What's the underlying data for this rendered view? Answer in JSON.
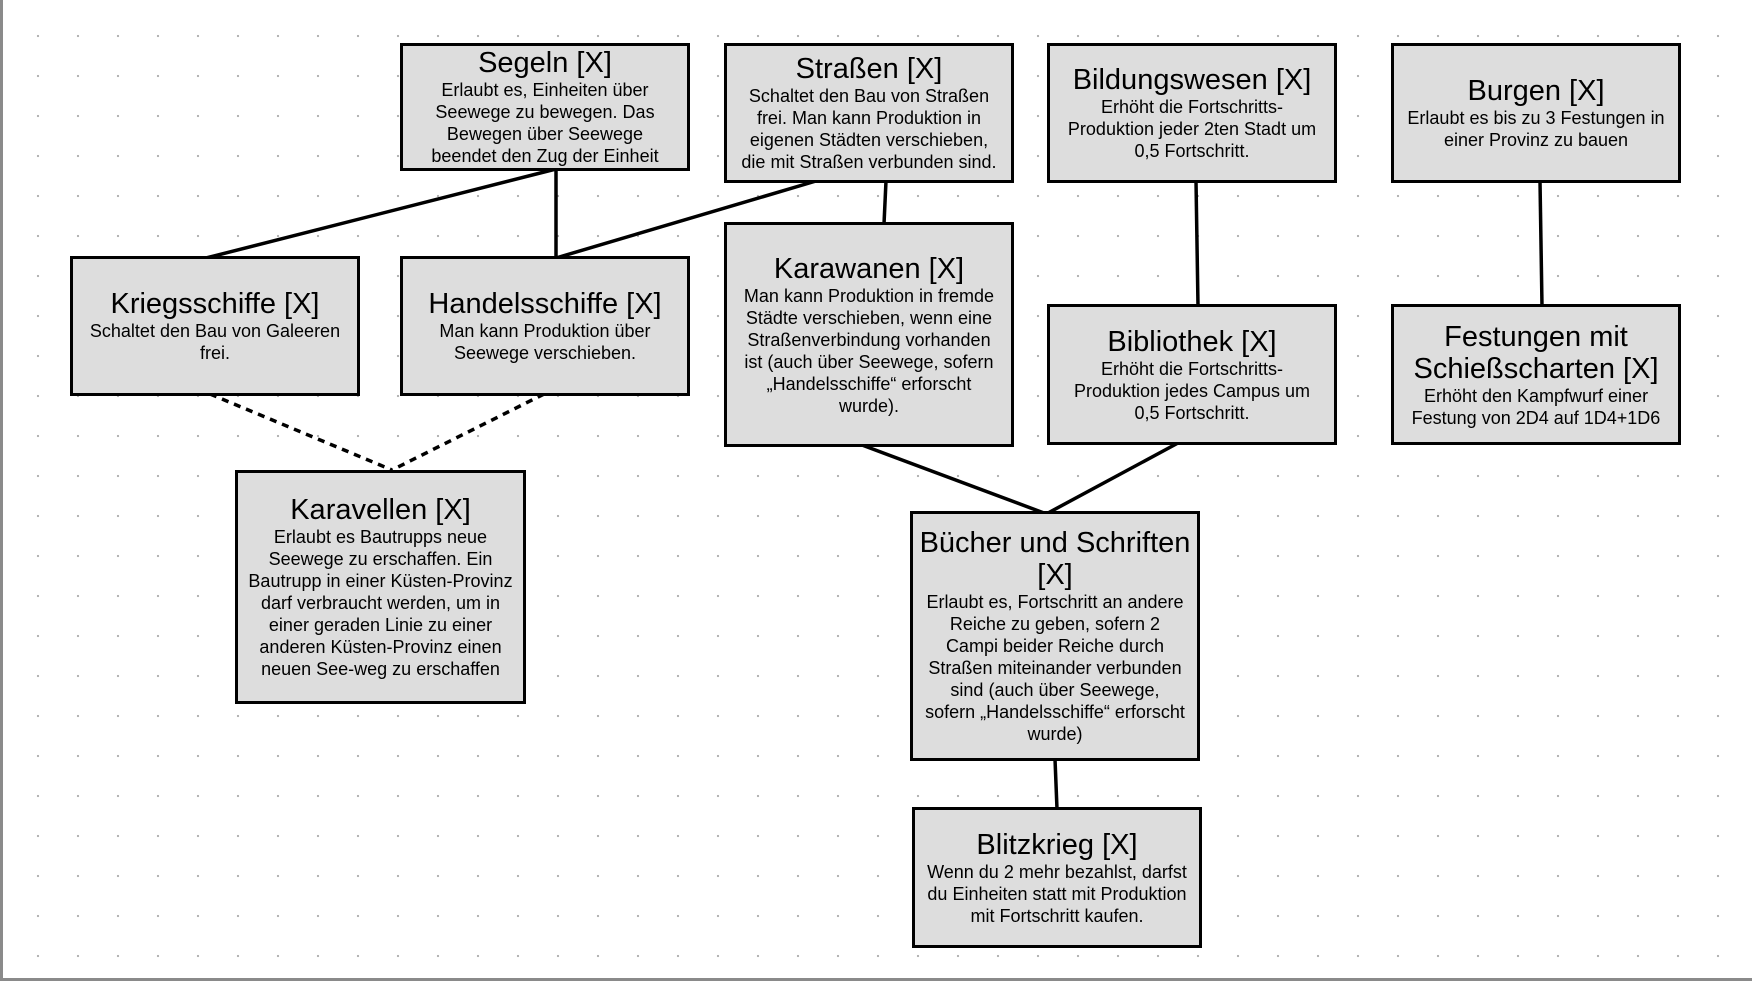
{
  "diagram": {
    "nodes": [
      {
        "id": "segeln",
        "title": "Segeln [X]",
        "desc": "Erlaubt es, Einheiten über Seewege zu bewegen. Das Bewegen über Seewege beendet den Zug der Einheit"
      },
      {
        "id": "strassen",
        "title": "Straßen [X]",
        "desc": "Schaltet den Bau von Straßen frei. Man kann Produktion in eigenen Städten verschieben, die mit Straßen verbunden sind."
      },
      {
        "id": "bildungswesen",
        "title": "Bildungswesen [X]",
        "desc": "Erhöht die Fortschritts-Produktion jeder 2ten Stadt um 0,5 Fortschritt."
      },
      {
        "id": "burgen",
        "title": "Burgen [X]",
        "desc": "Erlaubt es bis zu 3 Festungen in einer Provinz zu bauen"
      },
      {
        "id": "kriegsschiffe",
        "title": "Kriegsschiffe [X]",
        "desc": "Schaltet den Bau von Galeeren frei."
      },
      {
        "id": "handelsschiffe",
        "title": "Handelsschiffe [X]",
        "desc": "Man kann Produktion über Seewege verschieben."
      },
      {
        "id": "karawanen",
        "title": "Karawanen [X]",
        "desc": "Man kann Produktion in fremde Städte verschieben, wenn eine Straßenverbindung vorhanden ist (auch über Seewege, sofern „Handelsschiffe“ erforscht wurde)."
      },
      {
        "id": "bibliothek",
        "title": "Bibliothek [X]",
        "desc": "Erhöht die Fortschritts-Produktion jedes Campus um 0,5 Fortschritt."
      },
      {
        "id": "festungen",
        "title": "Festungen mit Schießscharten [X]",
        "desc": "Erhöht den Kampfwurf einer Festung von 2D4 auf 1D4+1D6"
      },
      {
        "id": "karavellen",
        "title": "Karavellen [X]",
        "desc": "Erlaubt es Bautrupps neue Seewege zu erschaffen. Ein Bautrupp in einer Küsten-Provinz darf verbraucht werden, um in einer geraden Linie zu einer anderen Küsten-Provinz einen neuen See-weg zu erschaffen"
      },
      {
        "id": "buecher",
        "title": "Bücher und Schriften [X]",
        "desc": "Erlaubt es, Fortschritt an andere Reiche zu geben, sofern 2 Campi beider Reiche durch Straßen miteinander verbunden sind (auch über Seewege, sofern „Handelsschiffe“ erforscht wurde)"
      },
      {
        "id": "blitzkrieg",
        "title": "Blitzkrieg [X]",
        "desc": "Wenn du 2 mehr bezahlst, darfst du Einheiten statt mit Produktion mit Fortschritt kaufen."
      }
    ],
    "edges": [
      {
        "from": "segeln",
        "to": "kriegsschiffe",
        "style": "solid"
      },
      {
        "from": "segeln",
        "to": "handelsschiffe",
        "style": "solid"
      },
      {
        "from": "strassen",
        "to": "handelsschiffe",
        "style": "solid"
      },
      {
        "from": "strassen",
        "to": "karawanen",
        "style": "solid"
      },
      {
        "from": "bildungswesen",
        "to": "bibliothek",
        "style": "solid"
      },
      {
        "from": "burgen",
        "to": "festungen",
        "style": "solid"
      },
      {
        "from": "kriegsschiffe",
        "to": "karavellen",
        "style": "dashed"
      },
      {
        "from": "handelsschiffe",
        "to": "karavellen",
        "style": "dashed"
      },
      {
        "from": "karawanen",
        "to": "buecher",
        "style": "solid"
      },
      {
        "from": "bibliothek",
        "to": "buecher",
        "style": "solid"
      },
      {
        "from": "buecher",
        "to": "blitzkrieg",
        "style": "solid"
      }
    ]
  }
}
